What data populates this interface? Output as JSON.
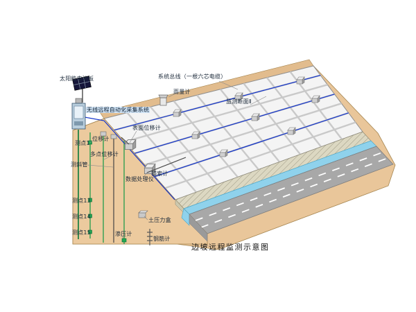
{
  "diagram": {
    "caption": "边坡远程监测示意图",
    "labels": {
      "solar_panel": "太阳能电池板",
      "system_bus": "系统总线（一根六芯电缆）",
      "rain_gauge": "雨量计",
      "monitoring_section": "监测断面Ⅱ",
      "wireless_system": "无线远程自动化采集系统",
      "surface_displacement": "表面位移计",
      "displacement_meter": "位移计",
      "point_1": "测点1",
      "multipoint_displacement": "多点位移计",
      "inclinometer_tube": "测斜管",
      "data_processor": "数据处理仪",
      "anchor_cable_meter": "锚索计",
      "point_13": "测点13",
      "point_14": "测点14",
      "point_15": "测点15",
      "piezometer": "渗压计",
      "earth_pressure_cell": "土压力盒",
      "rebar_meter": "钢筋计"
    },
    "colors": {
      "ground": "#e9c69a",
      "ground_edge": "#a5854f",
      "slope_face": "#f4f4f4",
      "grid_line": "#c9c9c9",
      "cable_blue": "#1133cc",
      "borehole_green": "#119944",
      "road": "#a8a8a8",
      "road_marking": "#ffffff",
      "water": "#8fd2ec",
      "wall": "#dcd8c2"
    }
  }
}
